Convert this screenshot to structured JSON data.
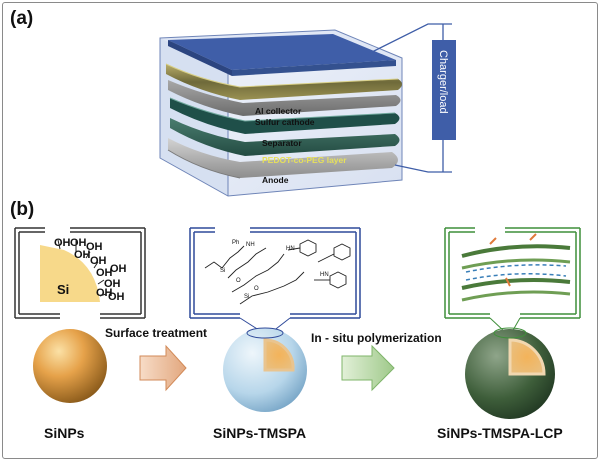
{
  "panel_a": {
    "label": "(a)",
    "layers": {
      "al_collector": "Al collector",
      "sulfur_cathode": "Sulfur cathode",
      "separator": "Separator",
      "pedot_layer": "PEDOT-co-PEG layer",
      "anode": "Anode"
    },
    "charger_label": "Charger/load",
    "colors": {
      "casing": "#3f5ea8",
      "pedot_text": "#e6e05a",
      "separator": "#3a6b66"
    }
  },
  "panel_b": {
    "label": "(b)",
    "si_label": "Si",
    "oh_groups": [
      "OH",
      "OH",
      "OH",
      "OH",
      "OH",
      "OH",
      "OH",
      "OH",
      "OH",
      "OH"
    ],
    "chem_labels": {
      "ph": "Ph",
      "nh": "NH",
      "si": "Si",
      "o": "O",
      "hn": "HN"
    },
    "steps": {
      "step1": "Surface treatment",
      "step2": "In - situ polymerization"
    },
    "names": {
      "np1": "SiNPs",
      "np2": "SiNPs-TMSPA",
      "np3": "SiNPs-TMSPA-LCP"
    },
    "colors": {
      "box1": "#333333",
      "box2": "#2f4a9a",
      "box3": "#3f8f3a",
      "si_core": "#f7d98a"
    }
  }
}
